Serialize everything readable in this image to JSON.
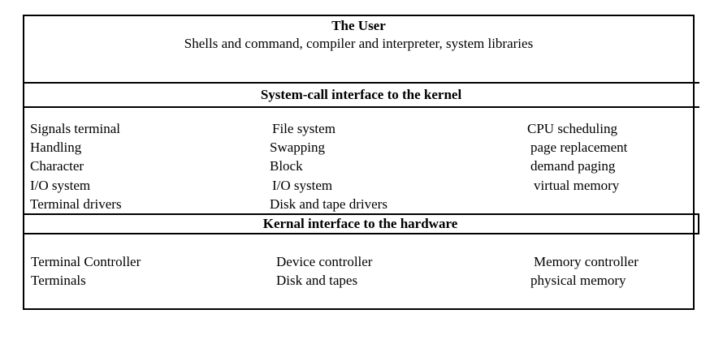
{
  "diagram": {
    "user_layer": {
      "title": "The User",
      "subtitle": "Shells and command, compiler and interpreter, system libraries"
    },
    "syscall_band": {
      "label": "System-call interface to the kernel"
    },
    "kernel_layer": {
      "signals_column": [
        "Signals terminal",
        "Handling",
        "Character",
        "I/O system",
        "Terminal drivers"
      ],
      "filesystem_column": [
        "File system",
        "Swapping",
        "Block",
        "I/O system",
        "Disk and tape drivers"
      ],
      "cpu_column": [
        "CPU scheduling",
        "page replacement",
        "demand paging",
        "virtual memory"
      ]
    },
    "hardware_band": {
      "label": "Kernal interface to the hardware"
    },
    "hardware_layer": {
      "terminal_column": [
        "Terminal Controller",
        "Terminals"
      ],
      "device_column": [
        "Device controller",
        "Disk and tapes"
      ],
      "memory_column": [
        "Memory controller",
        "physical memory"
      ]
    },
    "colors": {
      "border": "#000000",
      "text": "#000000",
      "background": "#ffffff"
    }
  }
}
